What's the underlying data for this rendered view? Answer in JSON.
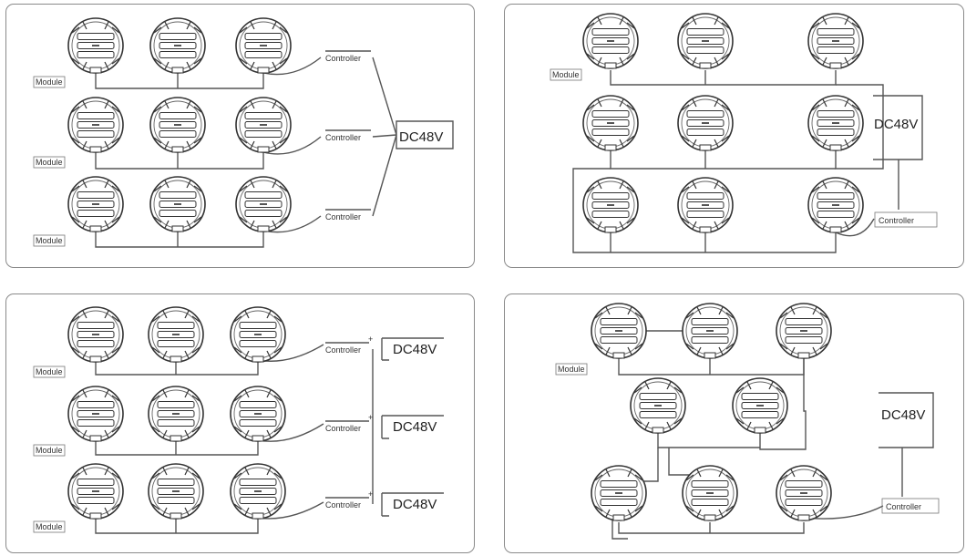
{
  "labels": {
    "module": "Module",
    "controller": "Controller",
    "power": "DC48V",
    "plus": "+",
    "minus": "-"
  },
  "icons": {
    "module": "round-led-module-icon"
  },
  "colors": {
    "line": "#444444",
    "panel_border": "#8a8a8a",
    "background": "#ffffff"
  }
}
